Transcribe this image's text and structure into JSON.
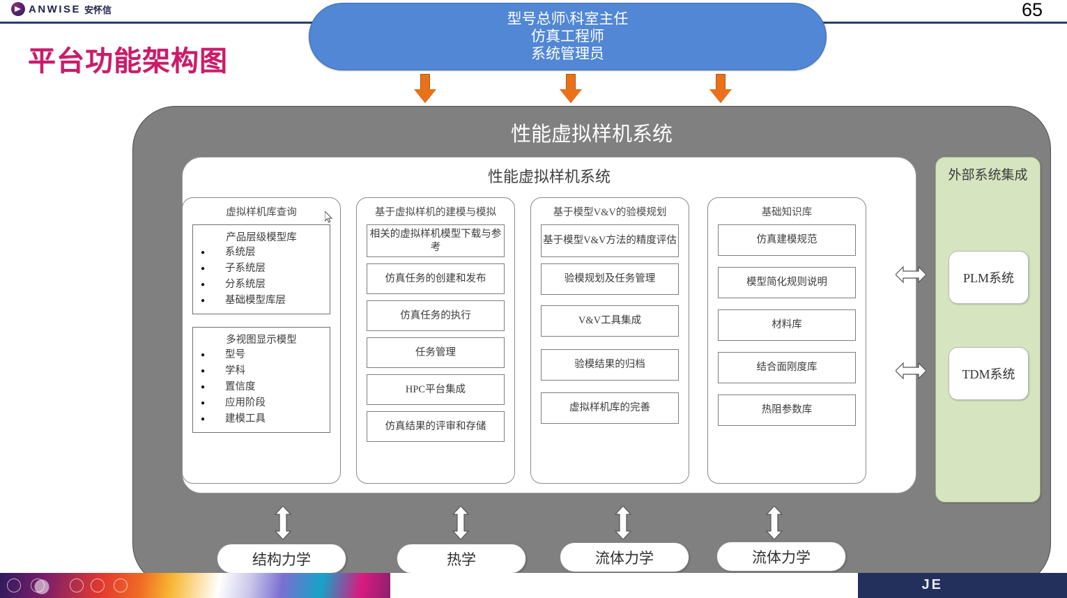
{
  "header": {
    "brand_latin": "ANWISE",
    "brand_separator": "|",
    "brand_cn": "安怀信",
    "page_number": "65"
  },
  "slide": {
    "title": "平台功能架构图"
  },
  "roles_box": {
    "line1": "型号总师\\科室主任",
    "line2": "仿真工程师",
    "line3": "系统管理员",
    "fill": "#5187d4"
  },
  "container": {
    "title": "性能虚拟样机系统",
    "fill": "#808080"
  },
  "inner_panel": {
    "title": "性能虚拟样机系统",
    "fill": "#ffffff"
  },
  "columns": [
    {
      "header": "虚拟样机库查询",
      "groups": [
        {
          "title": "产品层级模型库",
          "items": [
            "系统层",
            "子系统层",
            "分系统层",
            "基础模型库层"
          ]
        },
        {
          "title": "多视图显示模型",
          "items": [
            "型号",
            "学科",
            "置信度",
            "应用阶段",
            "建模工具"
          ]
        }
      ],
      "leaves": []
    },
    {
      "header": "基于虚拟样机的建模与模拟",
      "groups": [],
      "leaves": [
        "相关的虚拟样机模型下载与参考",
        "仿真任务的创建和发布",
        "仿真任务的执行",
        "任务管理",
        "HPC平台集成",
        "仿真结果的评审和存储"
      ]
    },
    {
      "header": "基于模型V&V的验模规划",
      "groups": [],
      "leaves": [
        "基于模型V&V方法的精度评估",
        "验模规划及任务管理",
        "V&V工具集成",
        "验模结果的归档",
        "虚拟样机库的完善"
      ]
    },
    {
      "header": "基础知识库",
      "groups": [],
      "leaves": [
        "仿真建模规范",
        "模型简化规则说明",
        "材料库",
        "结合面刚度库",
        "热阻参数库"
      ]
    }
  ],
  "external_panel": {
    "title": "外部系统集成",
    "fill": "#d6e4c0",
    "systems": [
      "PLM系统",
      "TDM系统"
    ]
  },
  "disciplines": [
    "结构力学",
    "热学",
    "流体力学",
    "流体力学"
  ],
  "colors": {
    "accent_pink": "#cc1a6b",
    "header_rule": "#2a3a6b",
    "arrow_orange": "#e8711a",
    "container_gray": "#808080",
    "panel_green": "#d6e4c0",
    "role_blue": "#5187d4"
  },
  "icons": {
    "logo": "anwise-logo-icon",
    "cursor": "mouse-cursor-icon",
    "down_arrow": "down-arrow-icon",
    "updown_arrow": "up-down-arrow-icon",
    "leftright_arrow": "left-right-arrow-icon"
  }
}
